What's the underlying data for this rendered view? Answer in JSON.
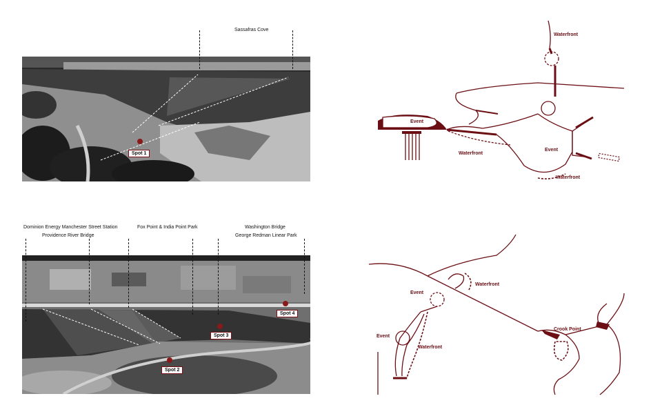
{
  "top_photo": {
    "landmarks": [
      "Sassafras Cove"
    ],
    "spots": [
      "Spot 1"
    ]
  },
  "bottom_photo": {
    "landmarks": [
      "Dominion Energy Manchester Street Station",
      "Providence River Bridge",
      "Fox Point & India Point Park",
      "Washington Bridge",
      "George Redman Linear Park"
    ],
    "spots": [
      "Spot 2",
      "Spot 3",
      "Spot 4"
    ]
  },
  "top_map": {
    "labels": [
      "Waterfront",
      "Event",
      "Waterfront",
      "Event",
      "Waterfront"
    ]
  },
  "bottom_map": {
    "labels": [
      "Waterfront",
      "Event",
      "Event",
      "Waterfront",
      "Crook Point"
    ]
  },
  "colors": {
    "accent": "#6b0f14",
    "ink": "#111111"
  }
}
